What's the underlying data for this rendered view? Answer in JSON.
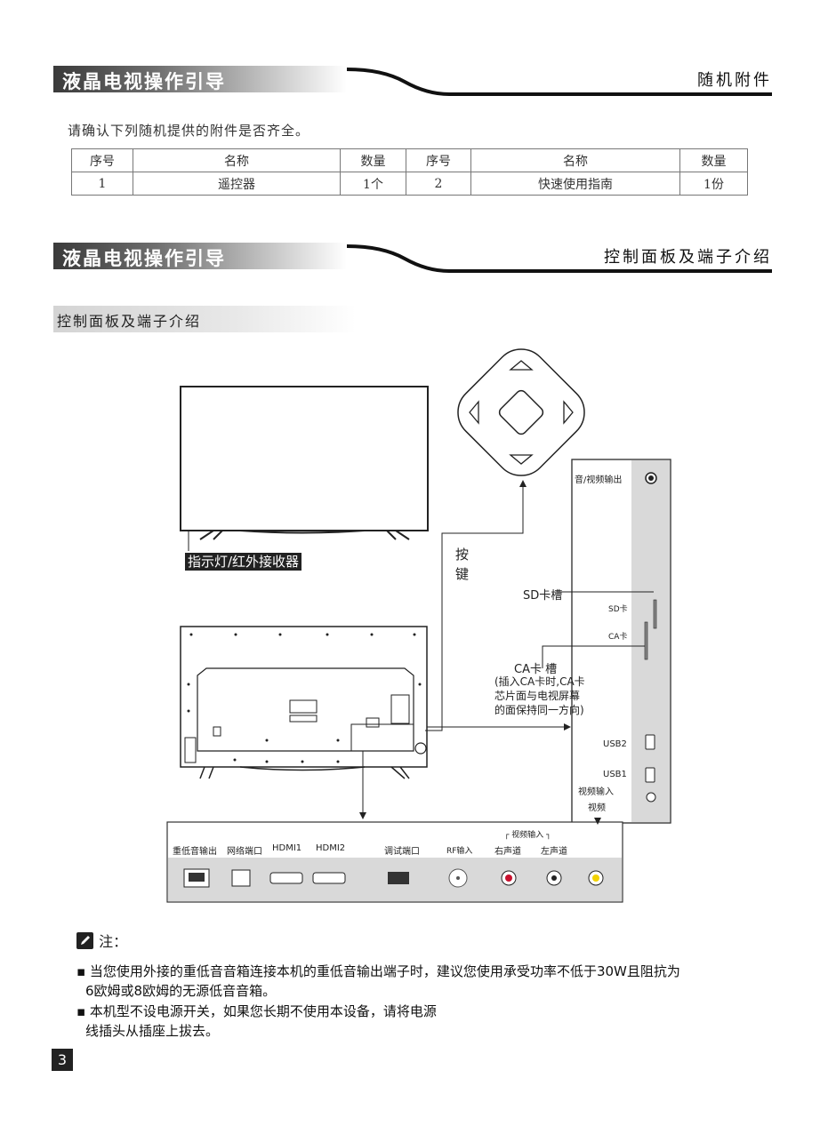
{
  "header1": {
    "title": "液晶电视操作引导",
    "right": "随机附件"
  },
  "intro": "请确认下列随机提供的附件是否齐全。",
  "table": {
    "headers": [
      "序号",
      "名称",
      "数量",
      "序号",
      "名称",
      "数量"
    ],
    "row": [
      "1",
      "遥控器",
      "1个",
      "2",
      "快速使用指南",
      "1份"
    ]
  },
  "header2": {
    "title": "液晶电视操作引导",
    "right": "控制面板及端子介绍"
  },
  "subheader": "控制面板及端子介绍",
  "diagram": {
    "indicator_label": "指示灯/红外接收器",
    "keys_label_1": "按",
    "keys_label_2": "键",
    "side_panel": {
      "av_out": "音/视频输出",
      "sd_slot": "SD卡槽",
      "sd_card": "SD卡",
      "ca_card": "CA卡",
      "ca_slot": "CA卡 槽",
      "ca_note_1": "(插入CA卡时,CA卡",
      "ca_note_2": "芯片面与电视屏幕",
      "ca_note_3": "的面保持同一方向)",
      "usb2": "USB2",
      "usb1": "USB1",
      "video_in": "视频输入",
      "video": "视频"
    },
    "bottom_panel": {
      "subwoofer": "重低音输出",
      "network": "网络端口",
      "hdmi1": "HDMI1",
      "hdmi2": "HDMI2",
      "debug": "调试端口",
      "rf": "RF输入",
      "video_in_group": "┌ 视频输入 ┐",
      "right_ch": "右声道",
      "left_ch": "左声道"
    }
  },
  "note": {
    "title": "注：",
    "item1_line1": "▪ 当您使用外接的重低音音箱连接本机的重低音输出端子时，建议您使用承受功率不低于30W且阻抗为",
    "item1_line2": "6欧姆或8欧姆的无源低音音箱。",
    "item2_line1": "▪ 本机型不设电源开关，如果您长期不使用本设备，请将电源",
    "item2_line2": "线插头从插座上拔去。"
  },
  "page_number": "3",
  "colors": {
    "header_dark": "#3a3a3a",
    "panel_gray": "#d9d9d9",
    "rca_red": "#c8102e",
    "rca_yellow": "#f2d200"
  }
}
